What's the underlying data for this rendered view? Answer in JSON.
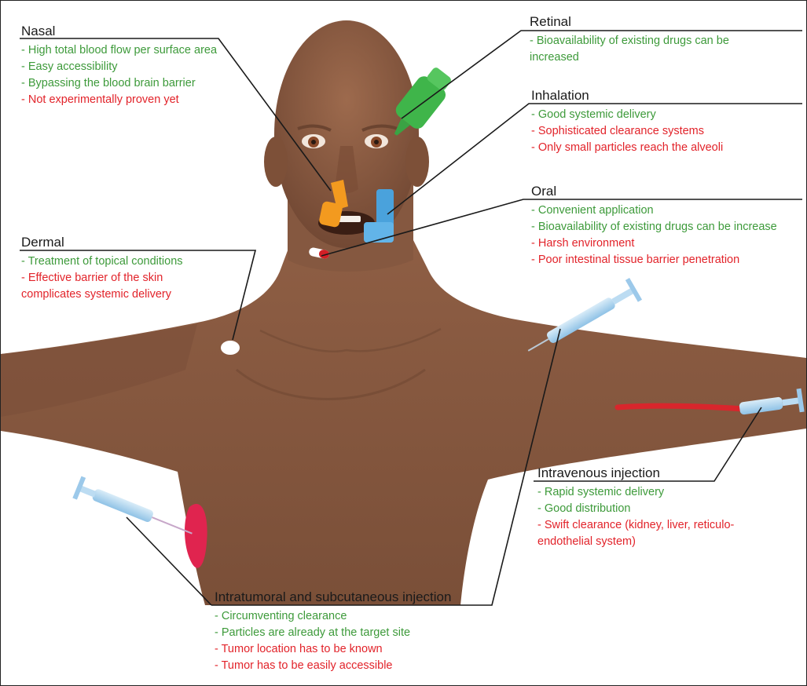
{
  "colors": {
    "pro": "#3d9a3a",
    "con": "#e2232a",
    "skin": "#8a5c42",
    "title": "#1a1a1a"
  },
  "callouts": {
    "nasal": {
      "title": "Nasal",
      "items": [
        {
          "text": "High total blood flow per surface area",
          "kind": "pro"
        },
        {
          "text": "Easy accessibility",
          "kind": "pro"
        },
        {
          "text": "Bypassing the blood brain barrier",
          "kind": "pro"
        },
        {
          "text": "Not experimentally proven yet",
          "kind": "con"
        }
      ]
    },
    "retinal": {
      "title": "Retinal",
      "items": [
        {
          "text": "Bioavailability of existing drugs can be increased",
          "kind": "pro"
        }
      ]
    },
    "inhalation": {
      "title": "Inhalation",
      "items": [
        {
          "text": "Good systemic delivery",
          "kind": "pro"
        },
        {
          "text": "Sophisticated clearance systems",
          "kind": "con"
        },
        {
          "text": "Only small particles reach the alveoli",
          "kind": "con"
        }
      ]
    },
    "oral": {
      "title": "Oral",
      "items": [
        {
          "text": "Convenient application",
          "kind": "pro"
        },
        {
          "text": "Bioavailability of existing drugs can be increase",
          "kind": "pro"
        },
        {
          "text": "Harsh environment",
          "kind": "con"
        },
        {
          "text": "Poor intestinal tissue barrier penetration",
          "kind": "con"
        }
      ]
    },
    "dermal": {
      "title": "Dermal",
      "items": [
        {
          "text": "Treatment of topical conditions",
          "kind": "pro"
        },
        {
          "text": "Effective barrier of the skin complicates systemic delivery",
          "kind": "con"
        }
      ]
    },
    "intravenous": {
      "title": "Intravenous injection",
      "items": [
        {
          "text": "Rapid systemic delivery",
          "kind": "pro"
        },
        {
          "text": "Good distribution",
          "kind": "pro"
        },
        {
          "text": "Swift clearance (kidney, liver, reticulo-endothelial system)",
          "kind": "con"
        }
      ]
    },
    "intratumoral": {
      "title": "Intratumoral and subcutaneous injection",
      "items": [
        {
          "text": "Circumventing clearance",
          "kind": "pro"
        },
        {
          "text": "Particles are already at the target site",
          "kind": "pro"
        },
        {
          "text": "Tumor location has to be known",
          "kind": "con"
        },
        {
          "text": "Tumor has to be easily accessible",
          "kind": "con"
        }
      ]
    }
  }
}
